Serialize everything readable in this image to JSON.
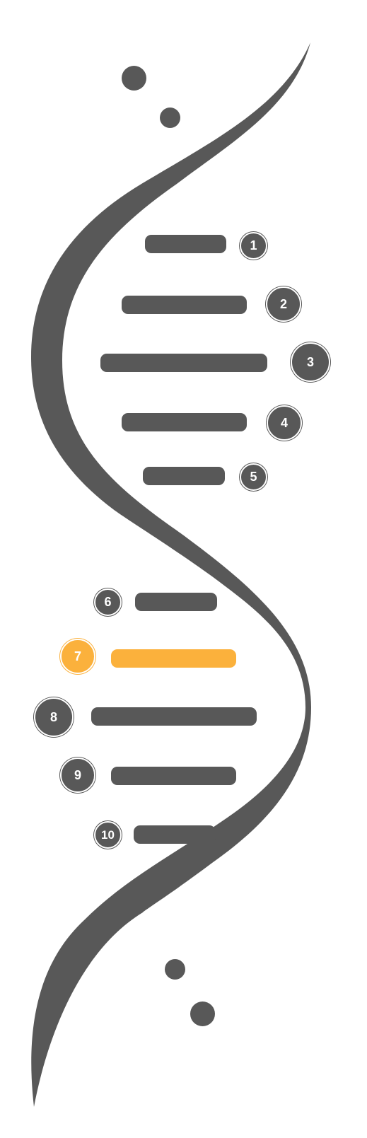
{
  "colors": {
    "strand": "#585858",
    "highlight": "#fbb13c",
    "background": "#ffffff"
  },
  "steps": [
    {
      "number": "1",
      "highlighted": false
    },
    {
      "number": "2",
      "highlighted": false
    },
    {
      "number": "3",
      "highlighted": false
    },
    {
      "number": "4",
      "highlighted": false
    },
    {
      "number": "5",
      "highlighted": false
    },
    {
      "number": "6",
      "highlighted": false
    },
    {
      "number": "7",
      "highlighted": true
    },
    {
      "number": "8",
      "highlighted": false
    },
    {
      "number": "9",
      "highlighted": false
    },
    {
      "number": "10",
      "highlighted": false
    }
  ]
}
